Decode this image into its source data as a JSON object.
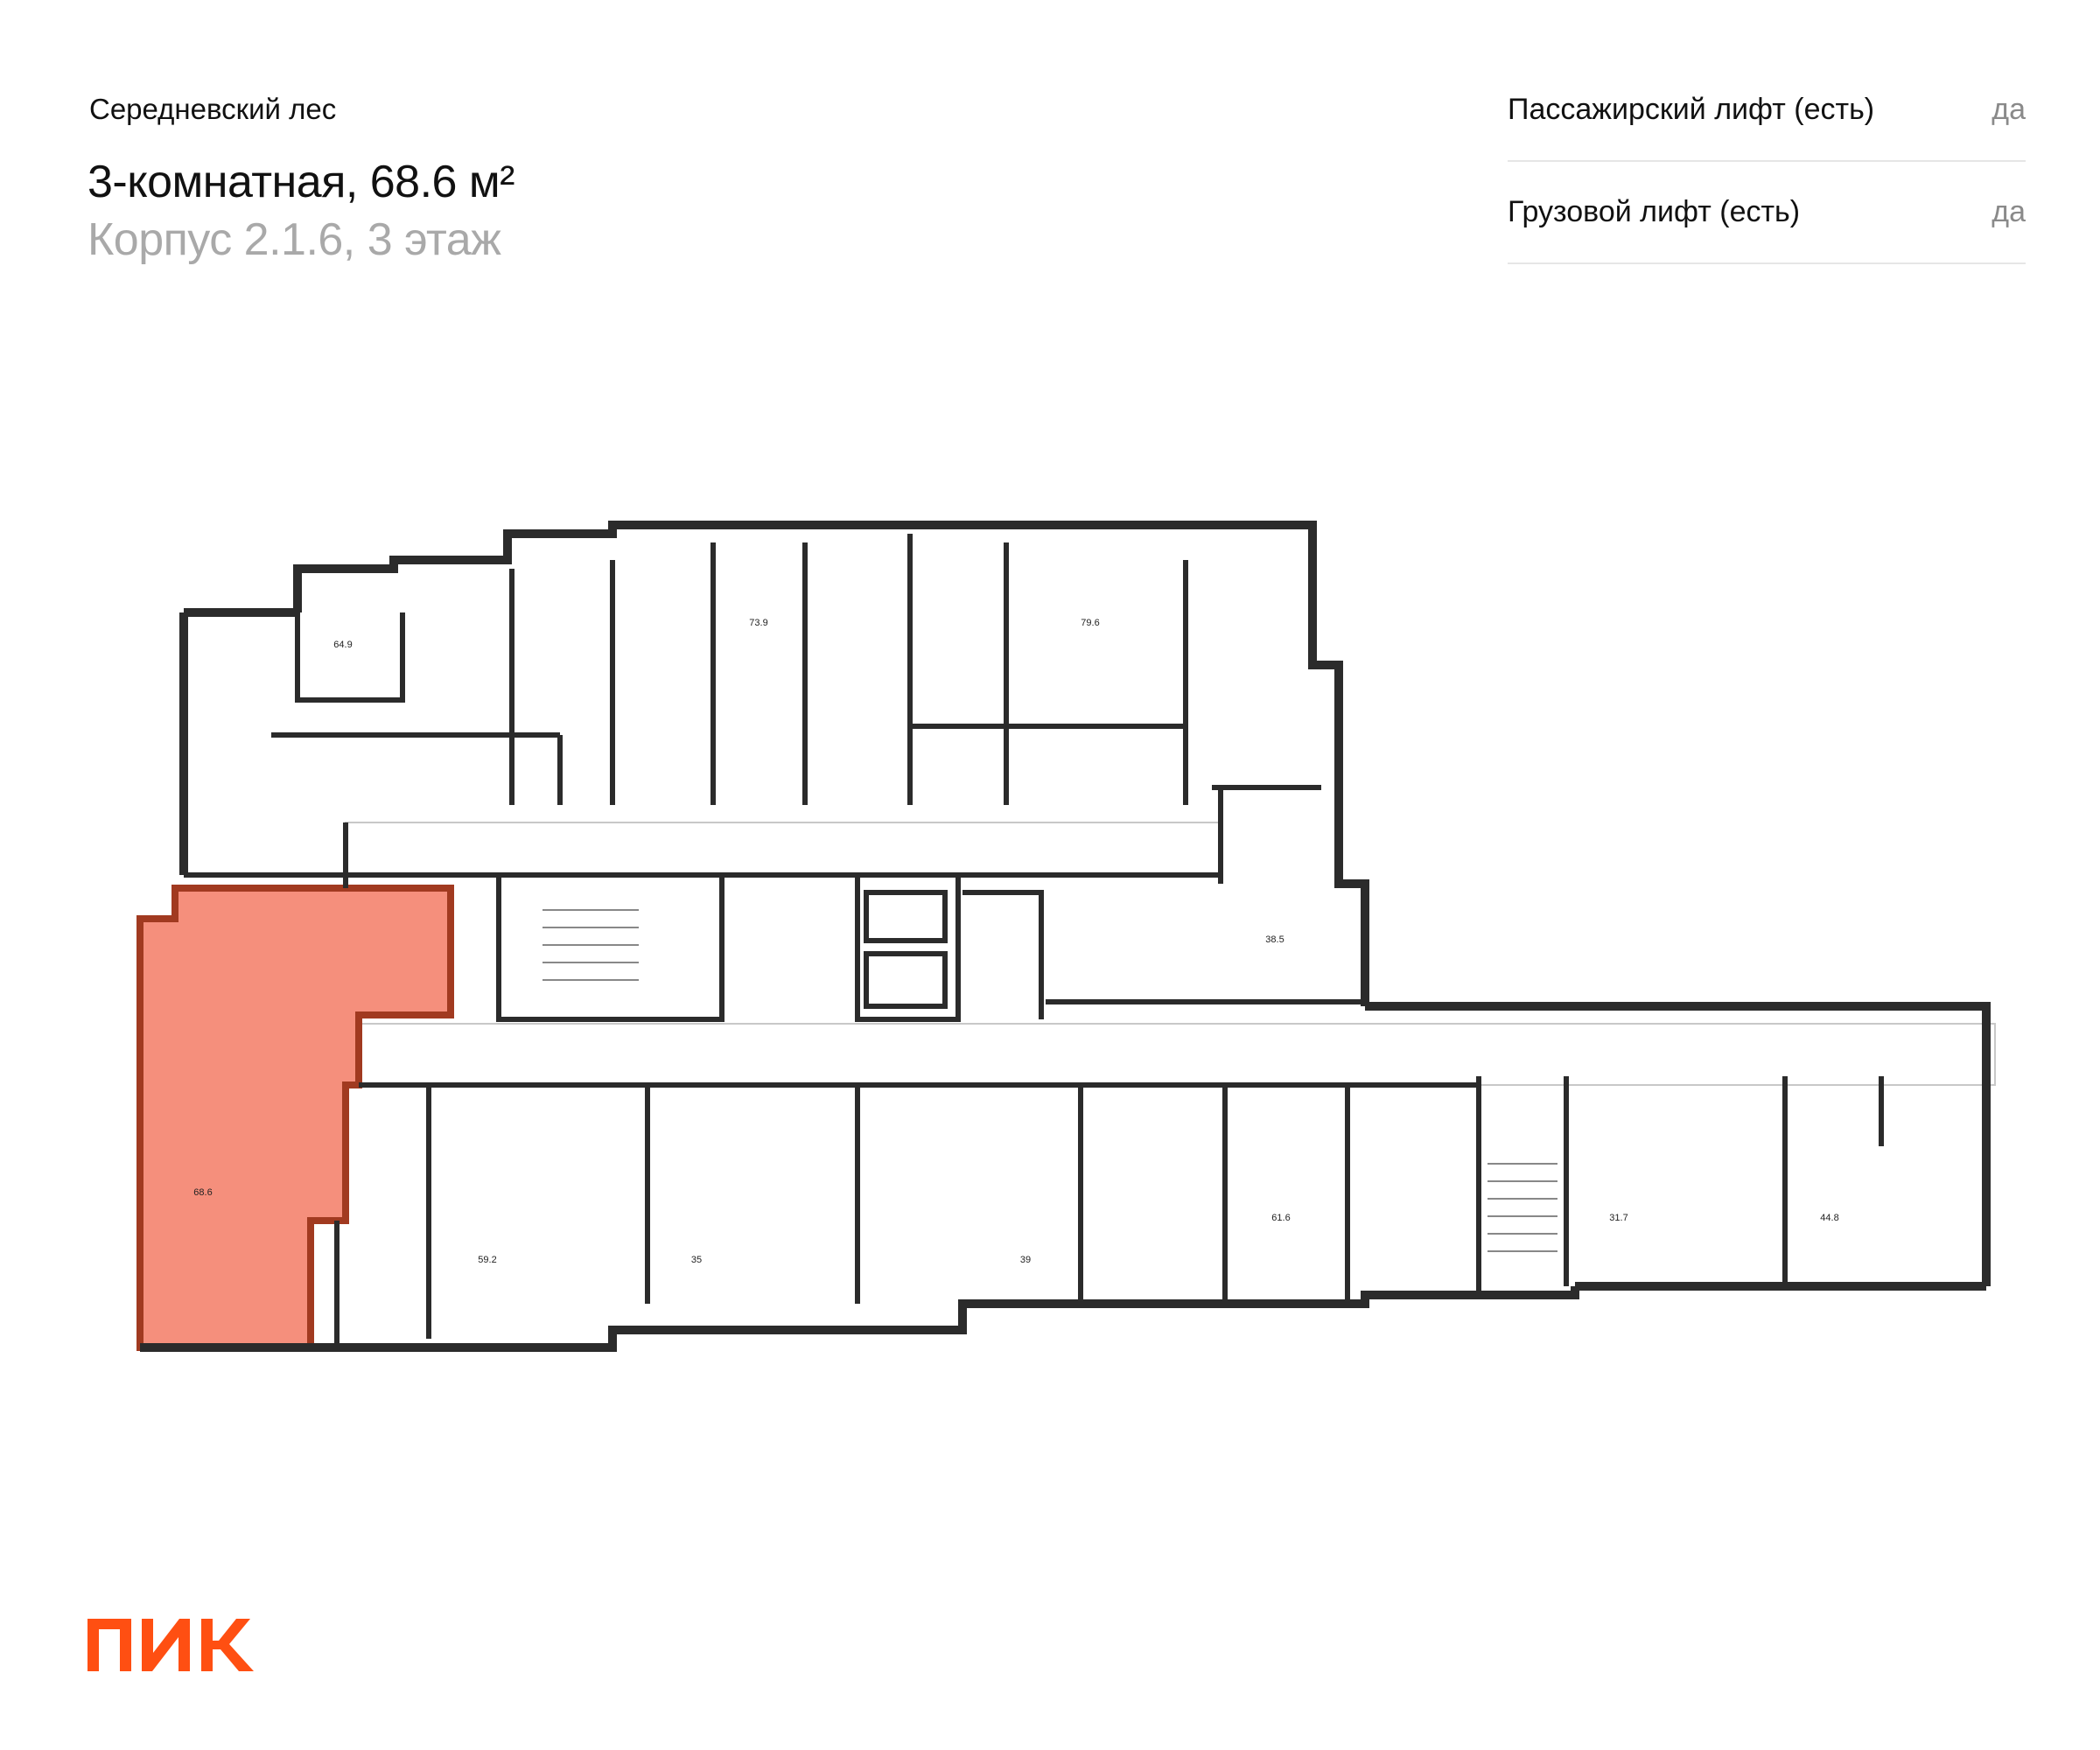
{
  "header": {
    "project_name": "Середневский лес",
    "apartment_title": "3-комнатная, 68.6 м²",
    "building_floor": "Корпус 2.1.6, 3 этаж"
  },
  "features": [
    {
      "label": "Пассажирский лифт (есть)",
      "value": "да"
    },
    {
      "label": "Грузовой лифт (есть)",
      "value": "да"
    }
  ],
  "floor_plan": {
    "highlight_color": "#f58f7c",
    "highlight_border_color": "#a13a20",
    "units": [
      {
        "area": "68.6",
        "selected": true
      },
      {
        "area": "64.9"
      },
      {
        "area": "73.9"
      },
      {
        "area": "79.6"
      },
      {
        "area": "38.5"
      },
      {
        "area": "59.2"
      },
      {
        "area": "35"
      },
      {
        "area": "39"
      },
      {
        "area": "61.6"
      },
      {
        "area": "31.7"
      },
      {
        "area": "44.8"
      }
    ]
  },
  "logo": {
    "text": "ПИК",
    "color": "#ff4f12",
    "icon": "pik-logo-icon"
  }
}
